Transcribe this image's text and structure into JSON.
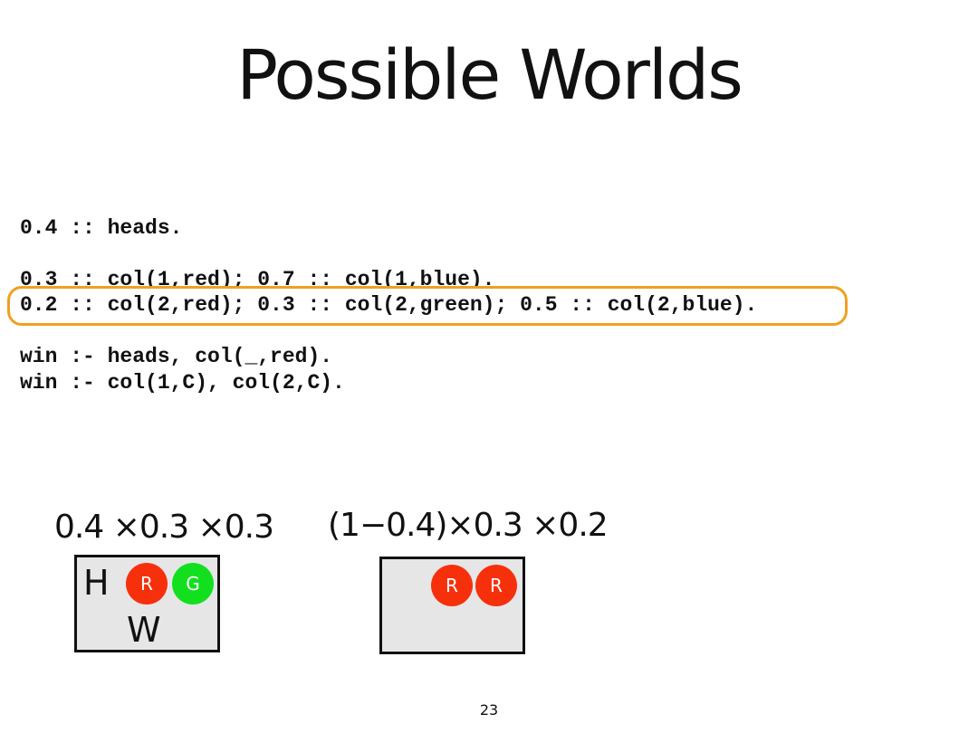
{
  "title": "Possible Worlds",
  "program": {
    "lines": [
      "0.4 :: heads.",
      "0.3 :: col(1,red); 0.7 :: col(1,blue).",
      "0.2 :: col(2,red); 0.3 :: col(2,green); 0.5 :: col(2,blue).",
      "win :- heads, col(_,red).",
      "win :- col(1,C), col(2,C)."
    ],
    "highlighted_line_index": 2
  },
  "worlds": [
    {
      "formula": "0.4 ×0.3 ×0.3",
      "letters": [
        "H",
        "W"
      ],
      "balls": [
        {
          "label": "R",
          "color": "#f7300c"
        },
        {
          "label": "G",
          "color": "#12e01f"
        }
      ]
    },
    {
      "formula": "(1−0.4)×0.3 ×0.2",
      "letters": [],
      "balls": [
        {
          "label": "R",
          "color": "#f7300c"
        },
        {
          "label": "R",
          "color": "#f7300c"
        }
      ]
    }
  ],
  "page_number": "23",
  "colors": {
    "highlight": "#f0a020",
    "ball_red": "#f7300c",
    "ball_green": "#12e01f",
    "world_fill": "#e6e6e6"
  }
}
